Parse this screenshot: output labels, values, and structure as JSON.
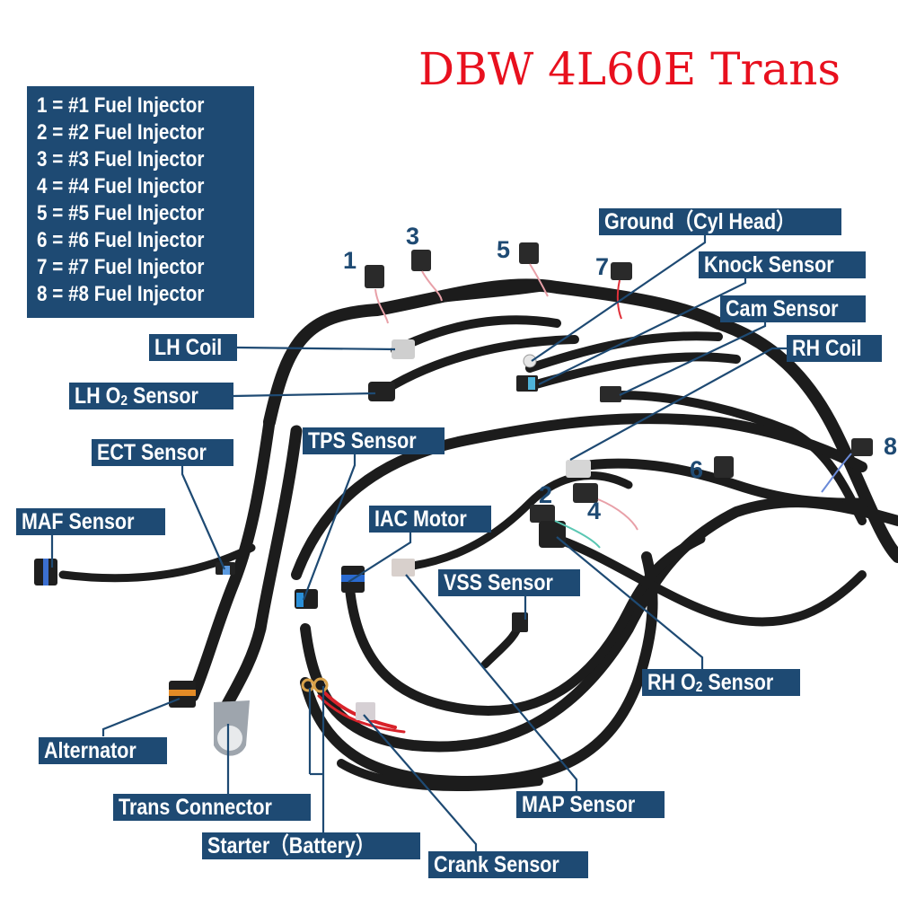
{
  "title": "DBW 4L60E Trans",
  "colors": {
    "title_red": "#e8101e",
    "label_bg": "#1e4a73",
    "label_text": "#ffffff",
    "cable_black": "#1c1c1c",
    "background": "#ffffff"
  },
  "legend": {
    "items": [
      "1 = #1 Fuel Injector",
      "2 = #2 Fuel Injector",
      "3 = #3 Fuel Injector",
      "4 = #4 Fuel Injector",
      "5 = #5 Fuel Injector",
      "6 = #6 Fuel Injector",
      "7 = #7 Fuel Injector",
      "8 = #8 Fuel Injector"
    ]
  },
  "injector_numbers": [
    "1",
    "2",
    "3",
    "4",
    "5",
    "6",
    "7",
    "8"
  ],
  "labels": {
    "ground": "Ground（Cyl Head）",
    "knock": "Knock Sensor",
    "cam": "Cam Sensor",
    "rh_coil": "RH Coil",
    "lh_coil": "LH Coil",
    "lh_o2_prefix": "LH O",
    "lh_o2_sub": "2",
    "lh_o2_suffix": " Sensor",
    "ect": "ECT Sensor",
    "tps": "TPS Sensor",
    "maf": "MAF Sensor",
    "iac": "IAC Motor",
    "vss": "VSS Sensor",
    "rh_o2_prefix": "RH O",
    "rh_o2_sub": "2",
    "rh_o2_suffix": " Sensor",
    "alternator": "Alternator",
    "trans_connector": "Trans Connector",
    "starter": "Starter（Battery）",
    "crank": "Crank Sensor",
    "map": "MAP Sensor"
  }
}
